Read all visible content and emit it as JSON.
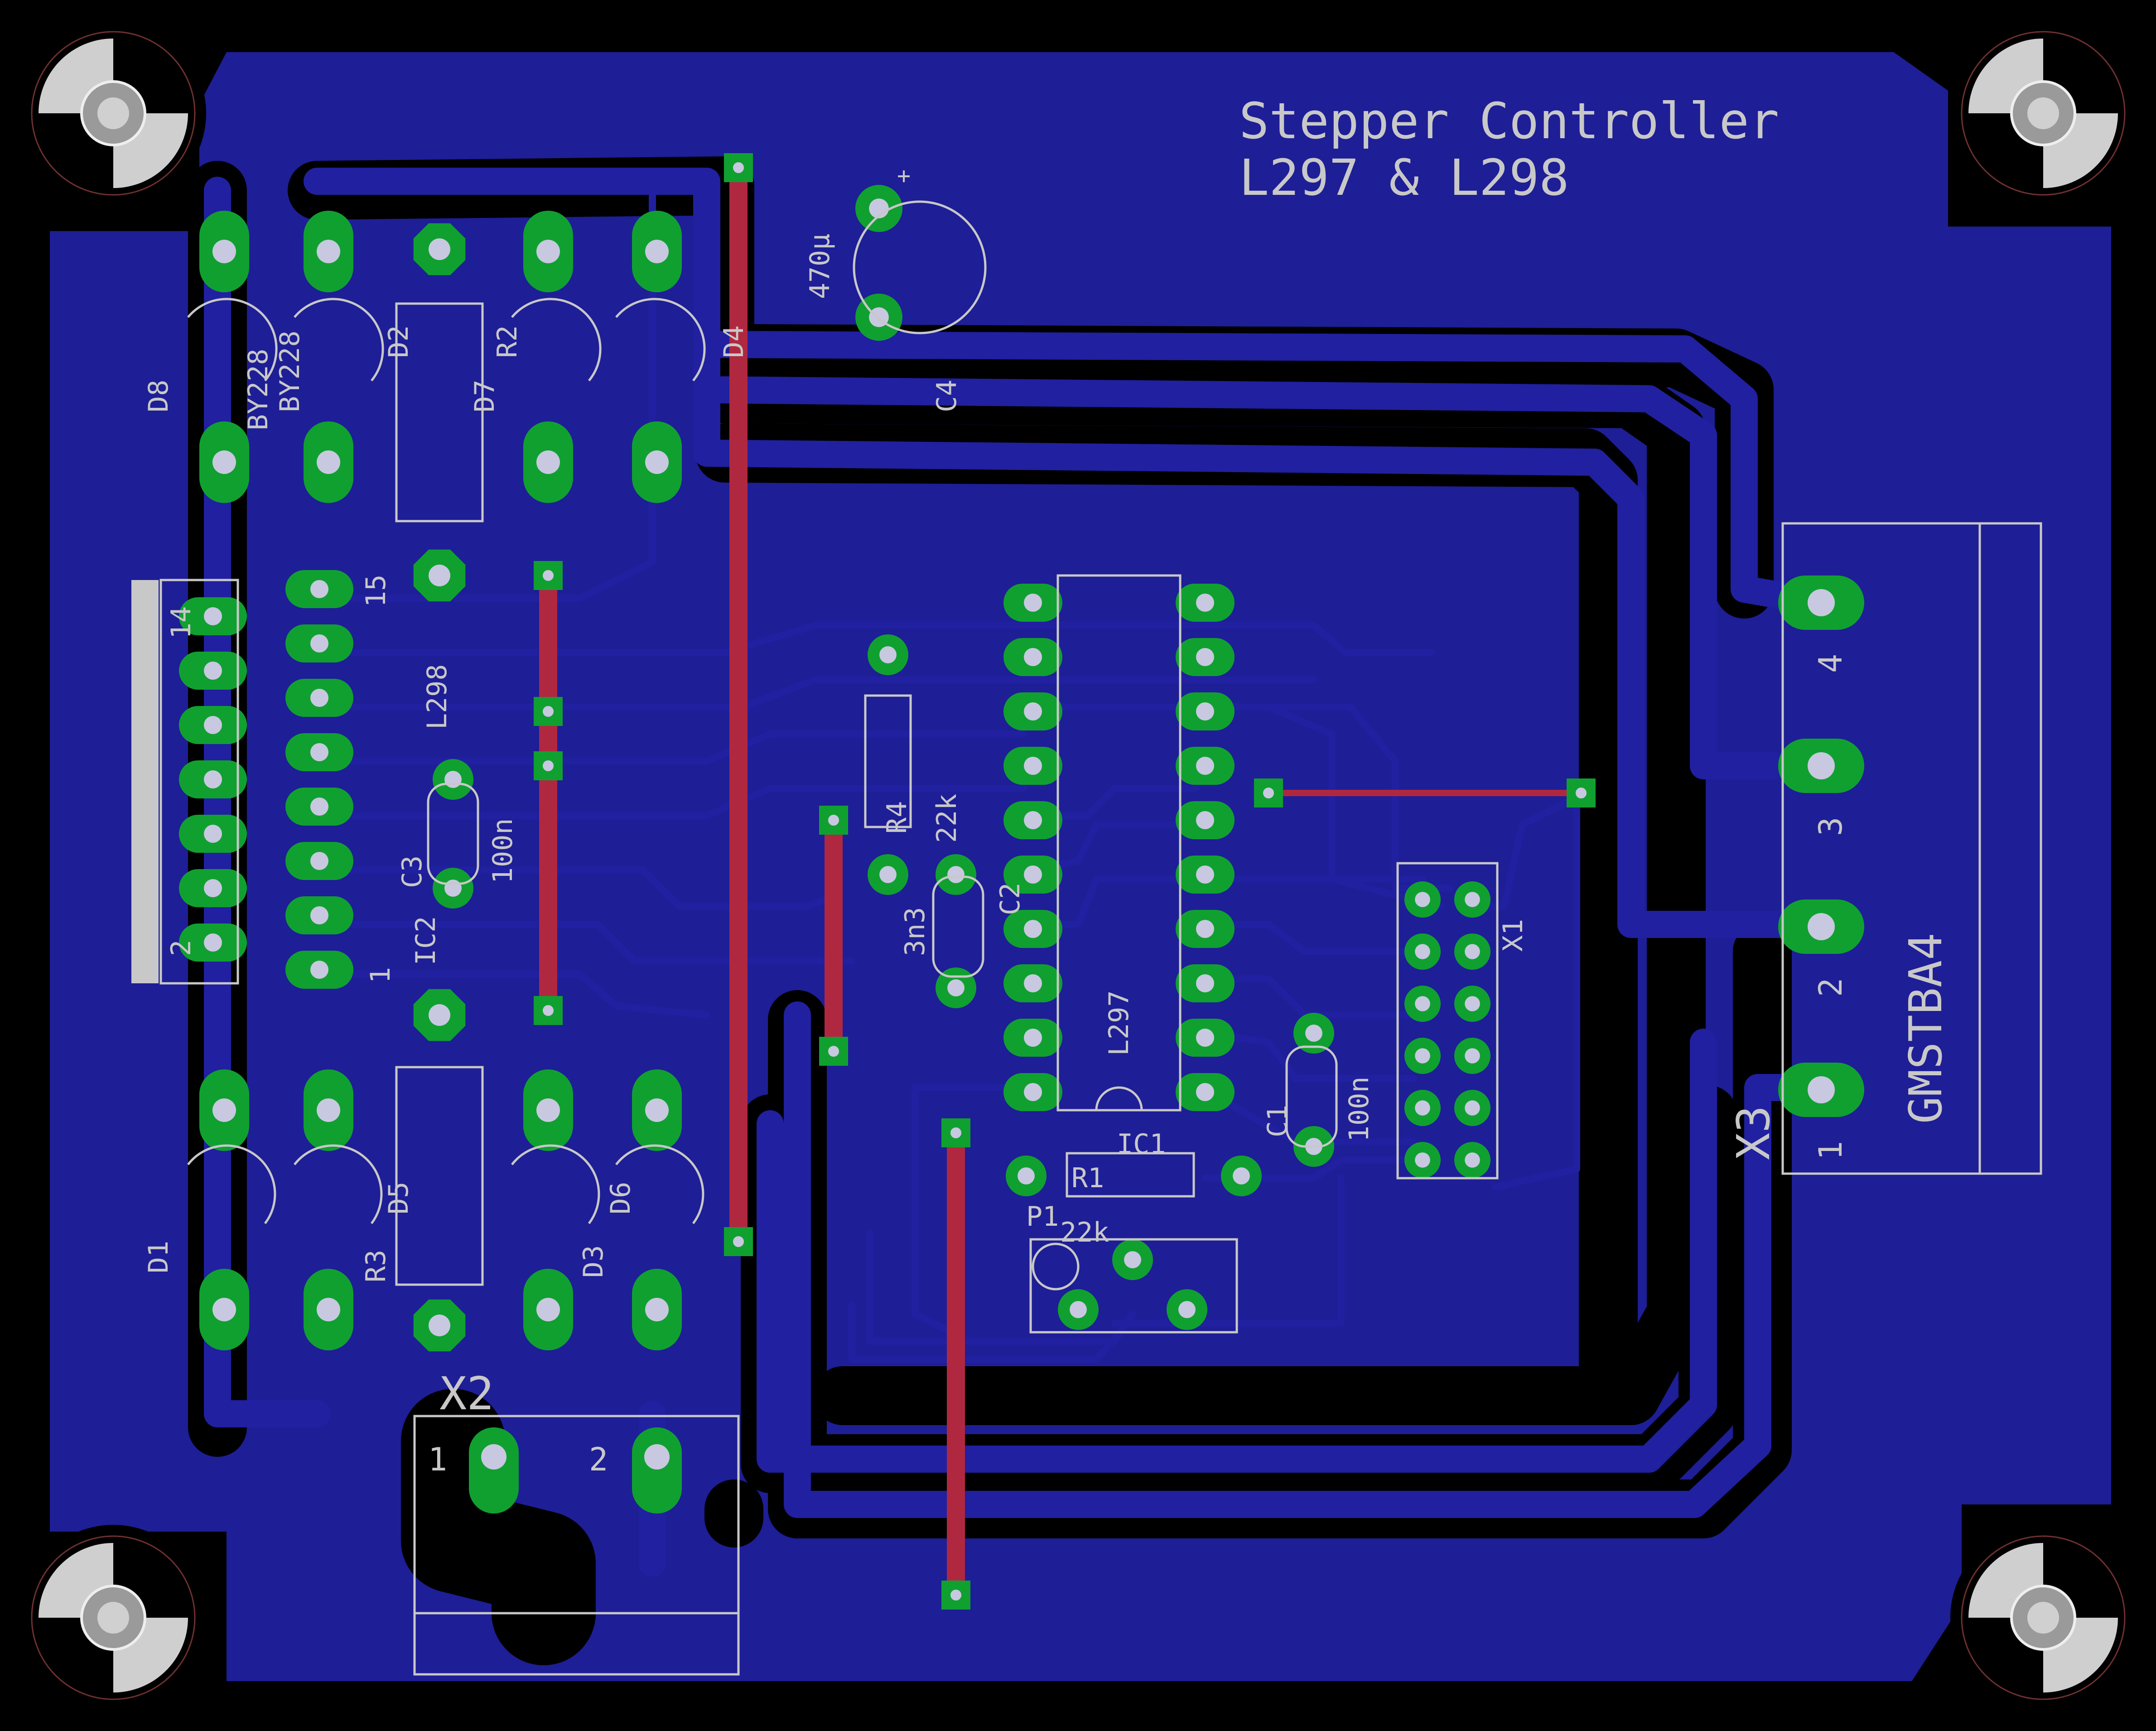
{
  "board": {
    "title_line1": "Stepper Controller",
    "title_line2": "L297 & L298",
    "colors": {
      "background": "#000000",
      "ground_fill": "#1e1e96",
      "pad": "#10a030",
      "top_trace": "#b02840",
      "silkscreen": "#c8c8c8"
    }
  },
  "labels": {
    "d8": "D8",
    "by228_a": "BY228",
    "by228_b": "BY228",
    "d2": "D2",
    "d7": "D7",
    "r2": "R2",
    "d4": "D4",
    "c4": "C4",
    "c4_value": "470µ",
    "c4_plus": "+",
    "l298": "L298",
    "pin15": "15",
    "pin14": "14",
    "pin2": "2",
    "pin1": "1",
    "ic2": "IC2",
    "c3": "C3",
    "c3_value": "100n",
    "r4": "R4",
    "r4_value": "22k",
    "c2": "C2",
    "c2_value": "3n3",
    "l297": "L297",
    "ic1": "IC1",
    "c1": "C1",
    "c1_value": "100n",
    "r1": "R1",
    "p1": "P1",
    "p1_value": "22k",
    "x1": "X1",
    "d1": "D1",
    "r3": "R3",
    "d5": "D5",
    "d3": "D3",
    "d6": "D6",
    "x2": "X2",
    "x2_pin1": "1",
    "x2_pin2": "2",
    "x3": "X3",
    "gmstba4": "GMSTBA4",
    "x3_pin1": "1",
    "x3_pin2": "2",
    "x3_pin3": "3",
    "x3_pin4": "4"
  }
}
